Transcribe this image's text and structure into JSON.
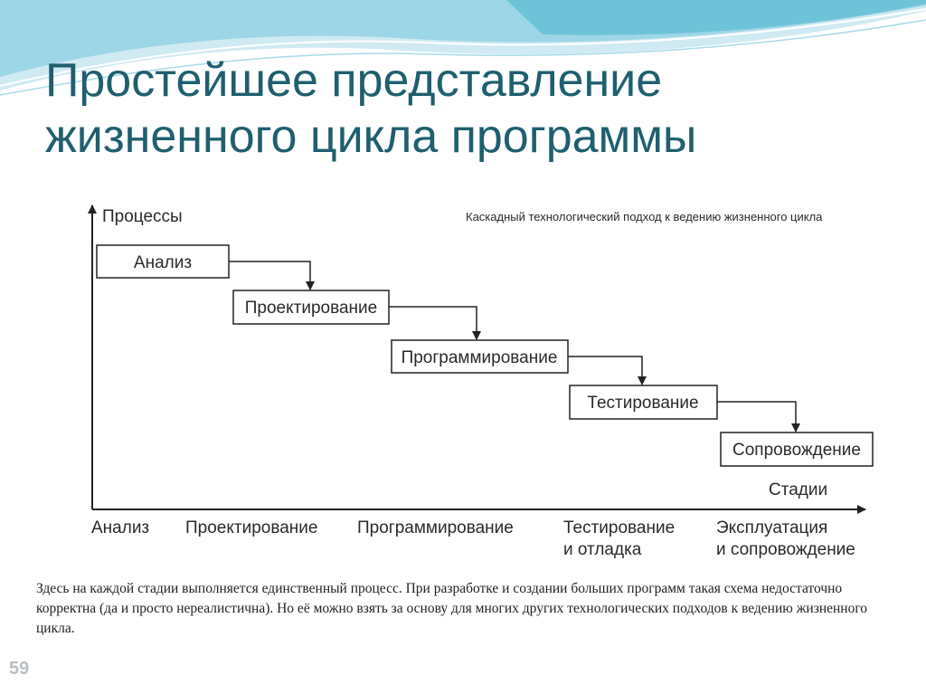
{
  "slide": {
    "title_line1": "Простейшее представление",
    "title_line2": "жизненного цикла программы",
    "number": "59",
    "colors": {
      "title": "#1f5f6e",
      "wave_dark": "#6ec3d8",
      "wave_light": "#cfeaf2"
    }
  },
  "diagram": {
    "caption": "Каскадный технологический подход к ведению жизненного цикла",
    "y_axis_label": "Процессы",
    "x_axis_label": "Стадии",
    "processes": [
      "Анализ",
      "Проектирование",
      "Программирование",
      "Тестирование",
      "Сопровождение"
    ],
    "stages": [
      {
        "line1": "Анализ",
        "line2": ""
      },
      {
        "line1": "Проектирование",
        "line2": ""
      },
      {
        "line1": "Программирование",
        "line2": ""
      },
      {
        "line1": "Тестирование",
        "line2": "и отладка"
      },
      {
        "line1": "Эксплуатация",
        "line2": "и сопровождение"
      }
    ]
  },
  "description": "Здесь на каждой стадии выполняется единственный процесс. При разработке и создании больших программ такая схема недостаточно корректна (да и просто нереалистична). Но её можно взять за основу для многих других технологических подходов к ведению жизненного цикла."
}
